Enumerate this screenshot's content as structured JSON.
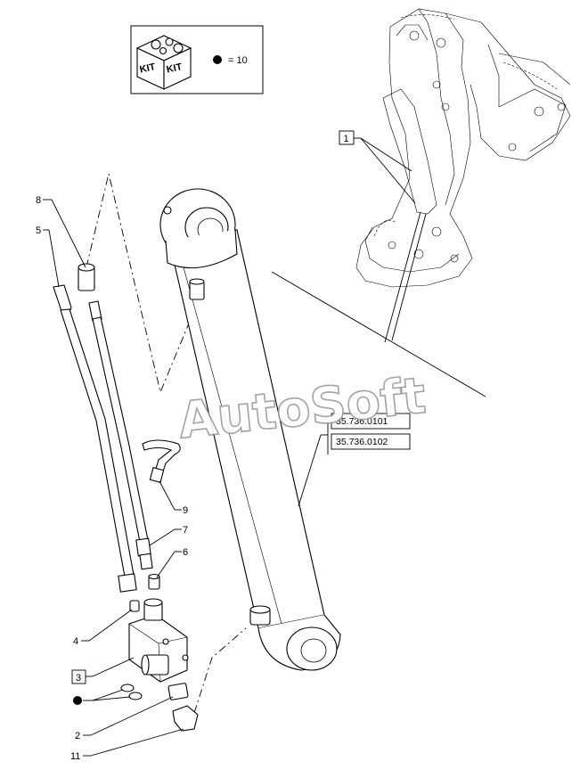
{
  "kit_box": {
    "kit_text_1": "KIT",
    "kit_text_2": "KIT",
    "legend_text": "= 10"
  },
  "references": {
    "ref_1": "35.736.0101",
    "ref_2": "35.736.0102"
  },
  "callouts": [
    {
      "id": "c1",
      "text": "1",
      "boxed": true
    },
    {
      "id": "c2",
      "text": "2",
      "boxed": false
    },
    {
      "id": "c3",
      "text": "3",
      "boxed": true
    },
    {
      "id": "c4",
      "text": "4",
      "boxed": false
    },
    {
      "id": "c5",
      "text": "5",
      "boxed": false
    },
    {
      "id": "c6",
      "text": "6",
      "boxed": false
    },
    {
      "id": "c7",
      "text": "7",
      "boxed": false
    },
    {
      "id": "c8",
      "text": "8",
      "boxed": false
    },
    {
      "id": "c9",
      "text": "9",
      "boxed": false
    },
    {
      "id": "c11",
      "text": "11",
      "boxed": false
    }
  ],
  "watermark": "AutoSoft",
  "icons": [
    "kit-box-icon",
    "bullet-dot-icon",
    "cylinder-icon",
    "valve-block-icon",
    "hose-icon",
    "cable-tie-icon",
    "loader-arm-icon"
  ]
}
